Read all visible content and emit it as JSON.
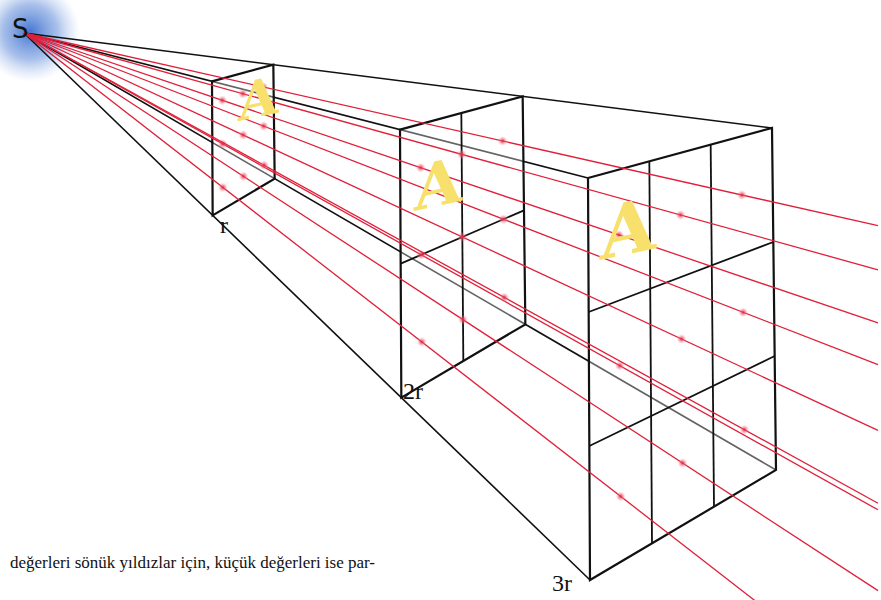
{
  "diagram": {
    "nodes": [
      {
        "text": [
          "S"
        ]
      }
    ],
    "labels": [
      "A",
      "A",
      "A",
      "r",
      "2r",
      "3r",
      "değerleri sönük yıldızlar için, küçük değerleri ise par-"
    ]
  }
}
